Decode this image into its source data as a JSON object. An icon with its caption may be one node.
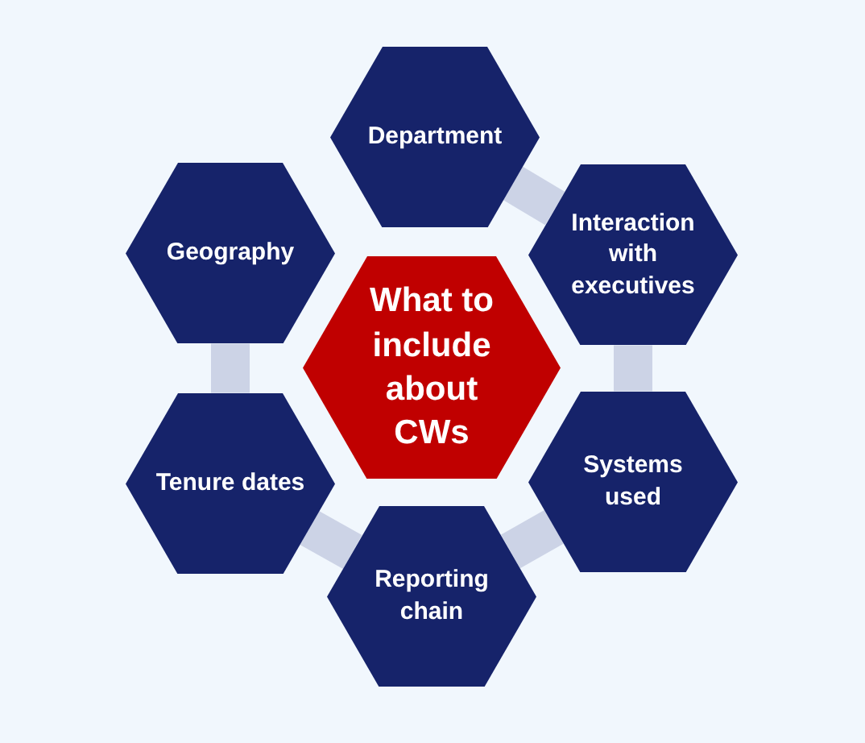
{
  "diagram": {
    "nodes": [
      {
        "text": [
          "Department"
        ]
      },
      {
        "text": [
          "Interaction with executives"
        ]
      },
      {
        "text": [
          "Systems used"
        ]
      },
      {
        "text": [
          "Reporting chain"
        ]
      },
      {
        "text": [
          "Tenure dates"
        ]
      },
      {
        "text": [
          "Geography"
        ]
      },
      {
        "text": [
          "What to include about CWs"
        ]
      }
    ],
    "edges": [
      {
        "from": 0,
        "to": 1,
        "arrow": "none"
      },
      {
        "from": 1,
        "to": 2,
        "arrow": "none"
      },
      {
        "from": 2,
        "to": 3,
        "arrow": "none"
      },
      {
        "from": 3,
        "to": 4,
        "arrow": "none"
      },
      {
        "from": 4,
        "to": 5,
        "arrow": "none"
      }
    ]
  }
}
